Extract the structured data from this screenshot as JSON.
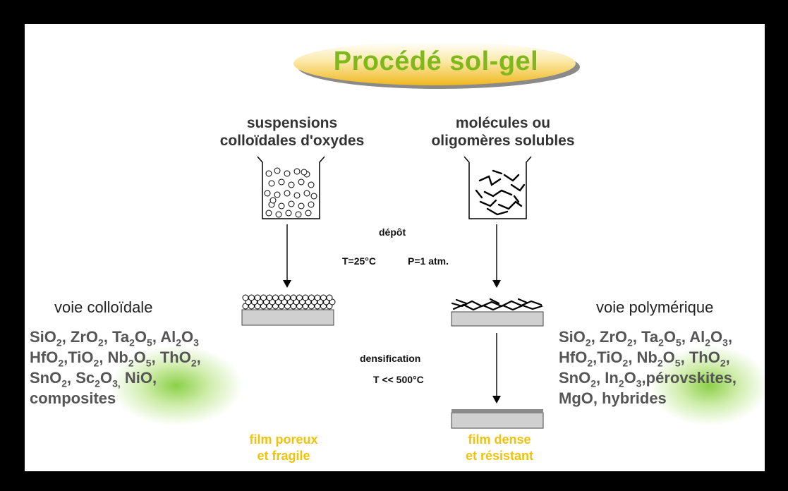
{
  "title": "Procédé sol-gel",
  "sources": {
    "left": {
      "line1": "suspensions",
      "line2": "colloïdales d'oxydes"
    },
    "right": {
      "line1": "molécules ou",
      "line2": "oligomères solubles"
    }
  },
  "conditions": {
    "deposit": "dépôt",
    "deposit_temp": "T=25°C",
    "deposit_pressure": "P=1 atm.",
    "densification": "densification",
    "densification_temp": "T << 500°C"
  },
  "routes": {
    "colloidal": {
      "title": "voie colloïdale",
      "lines": [
        [
          "SiO",
          "2",
          ", ZrO",
          "2",
          ", Ta",
          "2",
          "O",
          "5",
          ", Al",
          "2",
          "O",
          "3",
          ""
        ],
        [
          "HfO",
          "2",
          ",TiO",
          "2",
          ", Nb",
          "2",
          "O",
          "5",
          ", ThO",
          "2",
          ","
        ],
        [
          "SnO",
          "2",
          ", Sc",
          "2",
          "O",
          "3,",
          " NiO,"
        ],
        [
          "composites"
        ]
      ]
    },
    "polymeric": {
      "title": "voie polymérique",
      "lines": [
        [
          "SiO",
          "2",
          ", ZrO",
          "2",
          ", Ta",
          "2",
          "O",
          "5",
          ", Al",
          "2",
          "O",
          "3",
          ","
        ],
        [
          "HfO",
          "2",
          ",TiO",
          "2",
          ", Nb",
          "2",
          "O",
          "5",
          ", ThO",
          "2",
          ","
        ],
        [
          "SnO",
          "2",
          ", In",
          "2",
          "O",
          "3",
          ",pérovskites,"
        ],
        [
          "MgO, hybrides"
        ]
      ]
    }
  },
  "films": {
    "porous": {
      "line1": "film poreux",
      "line2": "et fragile"
    },
    "dense": {
      "line1": "film dense",
      "line2": "et résistant"
    }
  },
  "colors": {
    "title_green": "#7fb81c",
    "title_ellipse": "#f3c22a",
    "film_label_yellow": "#f0c20a",
    "glow_green": "#78c828",
    "substrate_gray": "#cfcfcf"
  }
}
